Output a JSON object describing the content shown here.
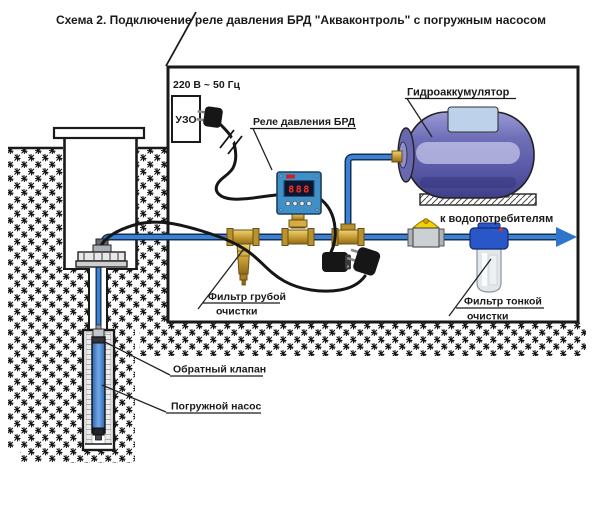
{
  "title": "Схема 2. Подключение реле давления БРД \"Акваконтроль\" с погружным насосом",
  "power": {
    "voltage": "220 В ~ 50 Гц",
    "rcd": "УЗО"
  },
  "relay": {
    "label": "Реле давления БРД",
    "display_value": "888"
  },
  "tank": {
    "label": "Гидроаккумулятор"
  },
  "flow": {
    "consumers": "к водопотребителям"
  },
  "filters": {
    "coarse_line1": "Фильтр грубой",
    "coarse_line2": "очистки",
    "fine_line1": "Фильтр тонкой",
    "fine_line2": "очистки"
  },
  "well": {
    "check_valve": "Обратный клапан",
    "pump": "Погружной насос"
  },
  "colors": {
    "pipe_blue": "#3576c8",
    "arrow_blue": "#2e76ca",
    "tank_purple": "#6a6ab5",
    "bracket_blue": "#bdd2ea",
    "brass": "#c89e35",
    "valve_handle_yellow": "#f2d200",
    "relay_body_blue": "#3f8fc8",
    "display_digits_red": "#ff3020",
    "cable_black": "#161616",
    "fine_filter_cap_blue": "#2a57c8"
  }
}
